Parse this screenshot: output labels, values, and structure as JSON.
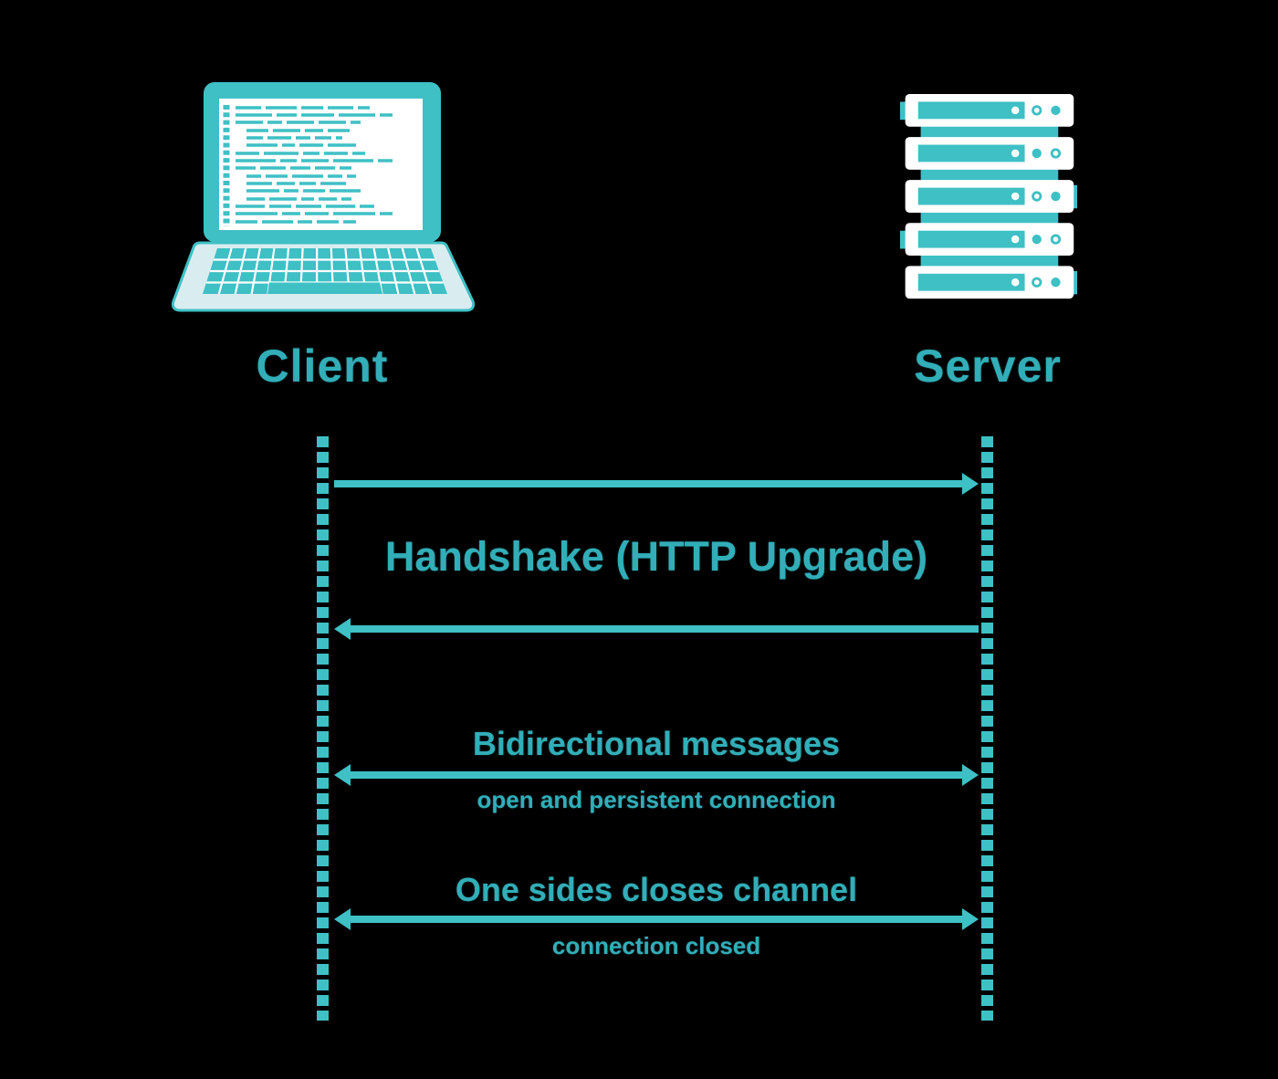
{
  "colors": {
    "background": "#000000",
    "teal": "#3EC0C5",
    "teal_text": "#32AEB8",
    "light_deck": "#D9EDF0",
    "white": "#FFFFFF"
  },
  "diagram_type": "websocket-sequence-diagram",
  "actors": {
    "client": {
      "label": "Client",
      "icon": "laptop-icon"
    },
    "server": {
      "label": "Server",
      "icon": "server-stack-icon"
    }
  },
  "sequence": {
    "handshake": {
      "label": "Handshake (HTTP Upgrade)",
      "request_arrow": "client-to-server",
      "response_arrow": "server-to-client"
    },
    "bidirectional": {
      "label": "Bidirectional messages",
      "sublabel": "open and persistent connection",
      "arrow": "bidirectional"
    },
    "close": {
      "label": "One sides closes channel",
      "sublabel": "connection closed",
      "arrow": "bidirectional"
    }
  }
}
